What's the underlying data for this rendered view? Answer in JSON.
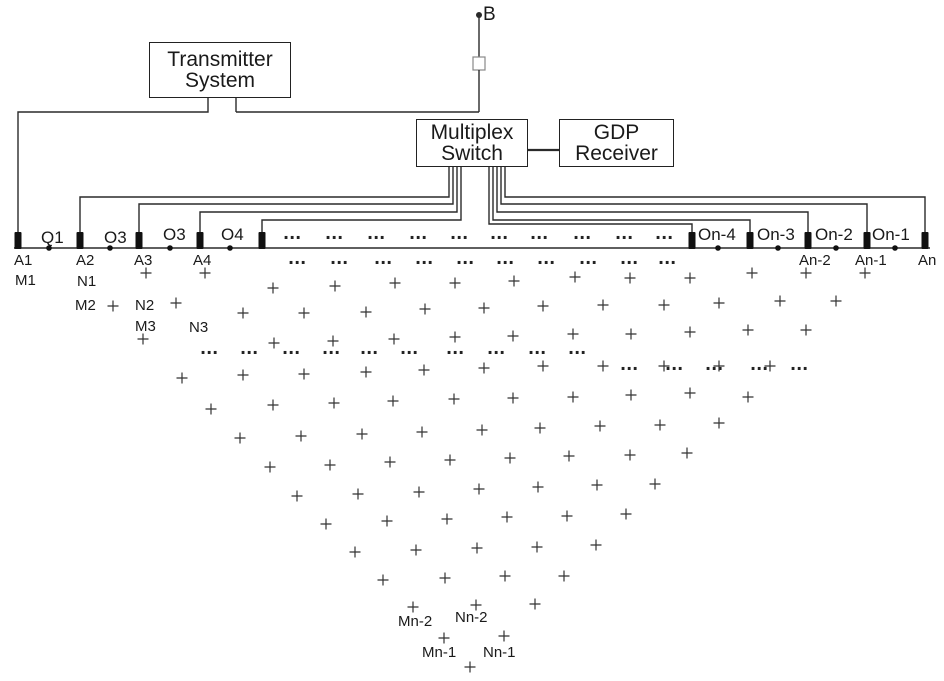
{
  "terminal_b": "B",
  "transmitter": {
    "line1": "Transmitter",
    "line2": "System"
  },
  "multiplex": {
    "line1": "Multiplex",
    "line2": "Switch"
  },
  "receiver": {
    "line1": "GDP",
    "line2": "Receiver"
  },
  "electrode_labels": {
    "a1": "A1",
    "a2": "A2",
    "a3": "A3",
    "a4": "A4",
    "an2": "An-2",
    "an1": "An-1",
    "an": "An"
  },
  "midpoint_labels": {
    "o1": "Q1",
    "o3": "O3",
    "o3b": "O3",
    "o4": "O4",
    "on4": "On-4",
    "on3": "On-3",
    "on2": "On-2",
    "on1": "On-1"
  },
  "pseudosection_labels": {
    "m1": "M1",
    "n1": "N1",
    "m2": "M2",
    "n2": "N2",
    "m3": "M3",
    "n3": "N3",
    "mn2": "Mn-2",
    "nn2": "Nn-2",
    "mn1": "Mn-1",
    "nn1": "Nn-1"
  },
  "ellipsis": "···"
}
